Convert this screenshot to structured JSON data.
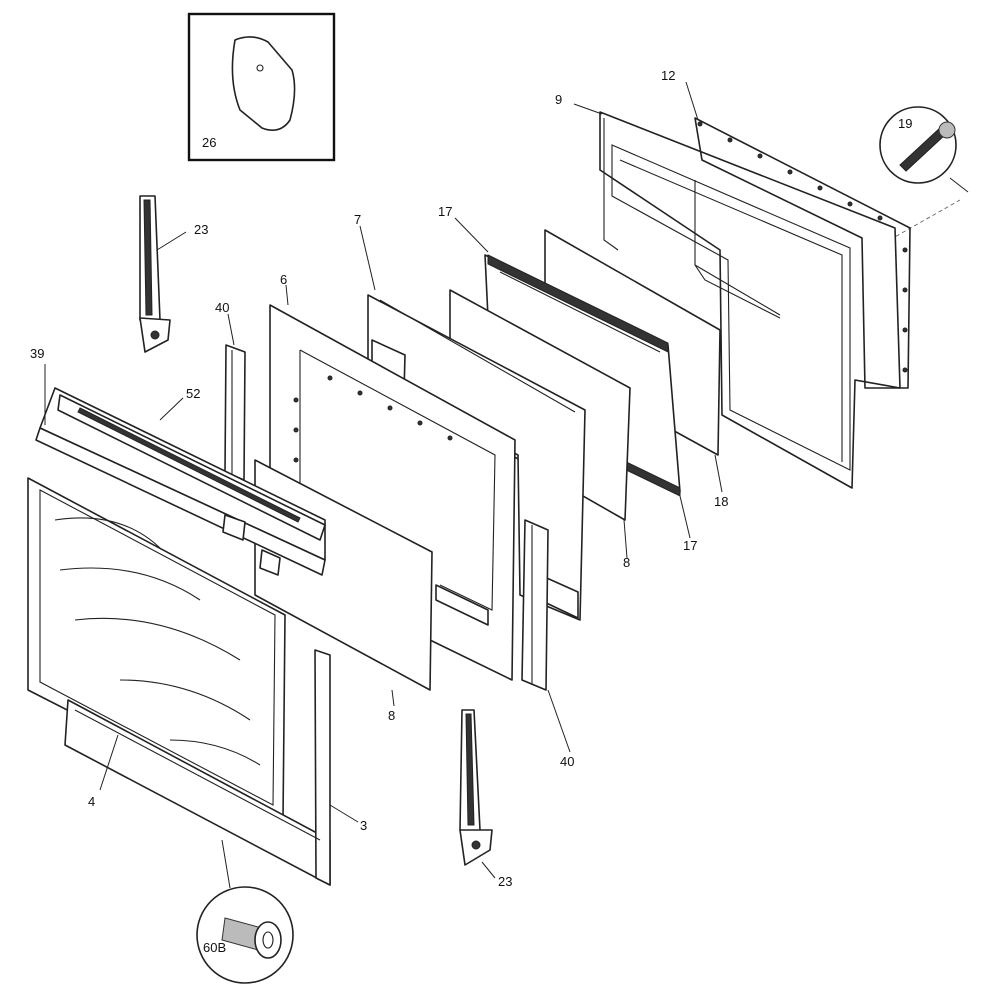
{
  "labels": {
    "l26": "26",
    "l23a": "23",
    "l23b": "23",
    "l39": "39",
    "l52": "52",
    "l40a": "40",
    "l40b": "40",
    "l6": "6",
    "l7": "7",
    "l17a": "17",
    "l17b": "17",
    "l9": "9",
    "l12": "12",
    "l19": "19",
    "l18": "18",
    "l8a": "8",
    "l8b": "8",
    "l4": "4",
    "l3": "3",
    "l60b": "60B"
  }
}
